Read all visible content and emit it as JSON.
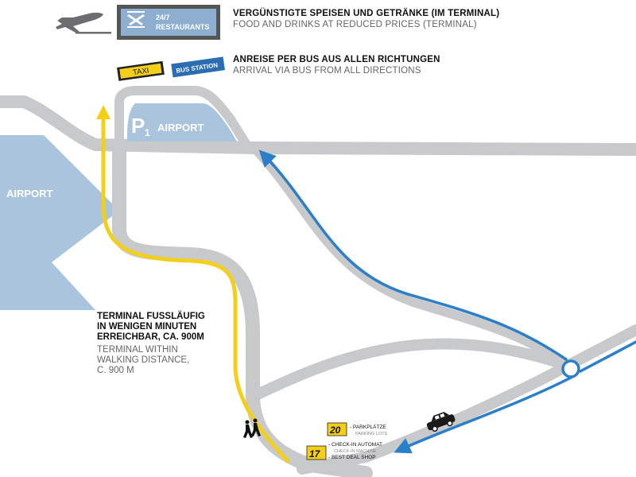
{
  "colors": {
    "road": "#c8c9cb",
    "airport_area": "#a9c4dc",
    "parking": "#a9c4dc",
    "walk_route": "#f4cf1a",
    "bus_route": "#2b7fc8",
    "taxi_bg": "#f4cf1a",
    "bus_station_bg": "#2b6db3",
    "restaurant_bg": "#8eaecf",
    "text_dark": "#111111",
    "text_gray": "#666666"
  },
  "icons": {
    "plane": "airplane-icon",
    "restaurant": "knife-fork-icon",
    "pedestrian": "walking-people-icon",
    "car": "car-icon",
    "roundabout": "roundabout-icon"
  },
  "header": {
    "restaurants_badge": {
      "line1": "24/7",
      "line2": "RESTAURANTS"
    },
    "food_de": "VERGÜNSTIGTE SPEISEN UND GETRÄNKE (IM TERMINAL)",
    "food_en": "FOOD AND DRINKS AT REDUCED PRICES (TERMINAL)",
    "taxi_label": "TAXI",
    "bus_station_label": "BUS STATION",
    "bus_de": "ANREISE PER BUS AUS ALLEN RICHTUNGEN",
    "bus_en": "ARRIVAL VIA BUS FROM ALL DIRECTIONS"
  },
  "map": {
    "airport_label": "AIRPORT",
    "p1_letter": "P",
    "p1_number": "1",
    "p1_label": "AIRPORT"
  },
  "walk_note": {
    "de_lines": [
      "TERMINAL FUSSLÄUFIG",
      "IN WENIGEN MINUTEN",
      "ERREICHBAR, CA. 900M"
    ],
    "en_lines": [
      "TERMINAL WITHIN",
      "WALKING DISTANCE,",
      "C. 900 M"
    ]
  },
  "legend": {
    "item20": {
      "number": "20",
      "de": "- PARKPLÄTZE",
      "en": "PARKING LOTS"
    },
    "item17": {
      "number": "17",
      "lines_de": [
        "- CHECK-IN AUTOMAT",
        "- BEST DEAL SHOP"
      ],
      "line_en": "CHECK-IN MACHINE"
    }
  }
}
